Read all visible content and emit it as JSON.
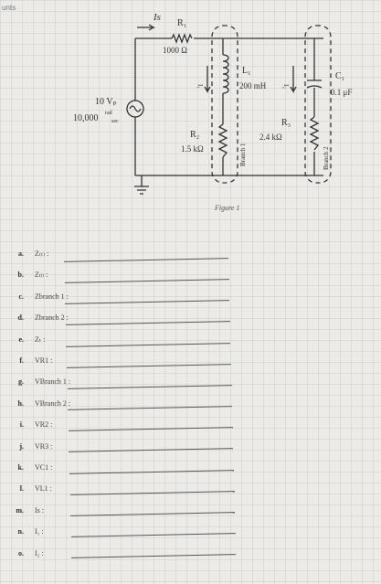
{
  "header": {
    "corner_text": "unts"
  },
  "figure": {
    "caption": "Figure 1",
    "labels": {
      "is": "Is",
      "r1": "R₁",
      "r1_value": "1000 Ω",
      "source_amp": "10 Vₚ",
      "source_freq": "10,000",
      "source_unit_num": "rad",
      "source_unit_den": "sec",
      "l1": "L₁",
      "l1_value": "200 mH",
      "i1": "I₁",
      "r2": "R₂",
      "r2_value": "1.5 kΩ",
      "branch1": "Branch 1",
      "i2": "I₂",
      "r3": "R₃",
      "r3_value": "2.4 kΩ",
      "c1": "C₁",
      "c1_value": "0.1 μF",
      "branch2": "Branch 2"
    }
  },
  "questions": [
    {
      "letter": "a.",
      "label": "Z₍ₜ₎ :"
    },
    {
      "letter": "b.",
      "label": "Z₍ₗ₎ :"
    },
    {
      "letter": "c.",
      "label": "Zbranch 1 :"
    },
    {
      "letter": "d.",
      "label": "Zbranch 2 :"
    },
    {
      "letter": "e.",
      "label": "Zₜ :"
    },
    {
      "letter": "f.",
      "label": "VR1 :"
    },
    {
      "letter": "g.",
      "label": "VBranch 1 :"
    },
    {
      "letter": "h.",
      "label": "VBranch 2 :"
    },
    {
      "letter": "i.",
      "label": "VR2 :"
    },
    {
      "letter": "j.",
      "label": "VR3 :"
    },
    {
      "letter": "k.",
      "label": "VC1 :"
    },
    {
      "letter": "l.",
      "label": "VL1 :"
    },
    {
      "letter": "m.",
      "label": "Is :"
    },
    {
      "letter": "n.",
      "label": "I₁ :"
    },
    {
      "letter": "o.",
      "label": "I₂ :"
    }
  ]
}
